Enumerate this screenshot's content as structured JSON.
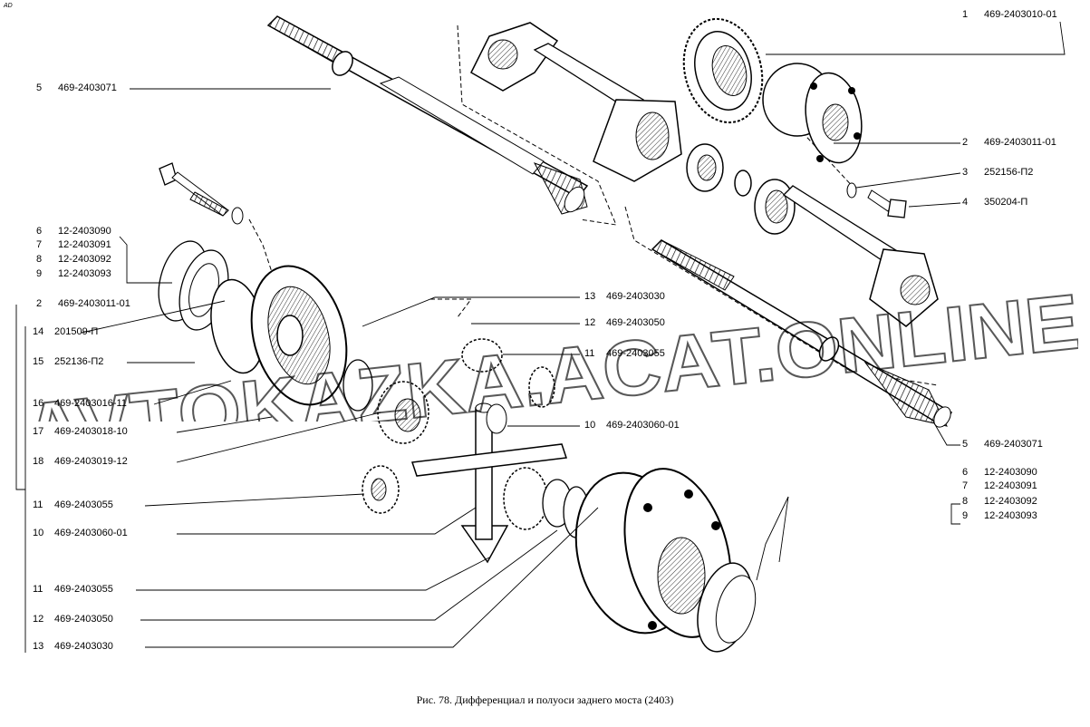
{
  "corner_mark": "AD",
  "caption": "Рис. 78. Дифференциал и полуоси заднего моста (2403)",
  "watermark": "AVTOKAZKA.ACAT.ONLINE",
  "callouts": {
    "right_1": {
      "num": "1",
      "part": "469-2403010-01"
    },
    "right_2": {
      "num": "2",
      "part": "469-2403011-01"
    },
    "right_3": {
      "num": "3",
      "part": "252156-П2"
    },
    "right_4": {
      "num": "4",
      "part": "350204-П"
    },
    "right_5": {
      "num": "5",
      "part": "469-2403071"
    },
    "right_6": {
      "num": "6",
      "part": "12-2403090"
    },
    "right_7": {
      "num": "7",
      "part": "12-2403091"
    },
    "right_8": {
      "num": "8",
      "part": "12-2403092"
    },
    "right_9": {
      "num": "9",
      "part": "12-2403093"
    },
    "top_5": {
      "num": "5",
      "part": "469-2403071"
    },
    "left_6": {
      "num": "6",
      "part": "12-2403090"
    },
    "left_7": {
      "num": "7",
      "part": "12-2403091"
    },
    "left_8": {
      "num": "8",
      "part": "12-2403092"
    },
    "left_9": {
      "num": "9",
      "part": "12-2403093"
    },
    "left_2": {
      "num": "2",
      "part": "469-2403011-01"
    },
    "left_14": {
      "num": "14",
      "part": "201509-П"
    },
    "left_15": {
      "num": "15",
      "part": "252136-П2"
    },
    "left_16": {
      "num": "16",
      "part": "469-2403016-11"
    },
    "left_17": {
      "num": "17",
      "part": "469-2403018-10"
    },
    "left_18": {
      "num": "18",
      "part": "469-2403019-12"
    },
    "left_11a": {
      "num": "11",
      "part": "469-2403055"
    },
    "left_10": {
      "num": "10",
      "part": "469-2403060-01"
    },
    "left_11b": {
      "num": "11",
      "part": "469-2403055"
    },
    "left_12": {
      "num": "12",
      "part": "469-2403050"
    },
    "left_13": {
      "num": "13",
      "part": "469-2403030"
    },
    "mid_13": {
      "num": "13",
      "part": "469-2403030"
    },
    "mid_12": {
      "num": "12",
      "part": "469-2403050"
    },
    "mid_11": {
      "num": "11",
      "part": "469-2403055"
    },
    "mid_10": {
      "num": "10",
      "part": "469-2403060-01"
    }
  }
}
